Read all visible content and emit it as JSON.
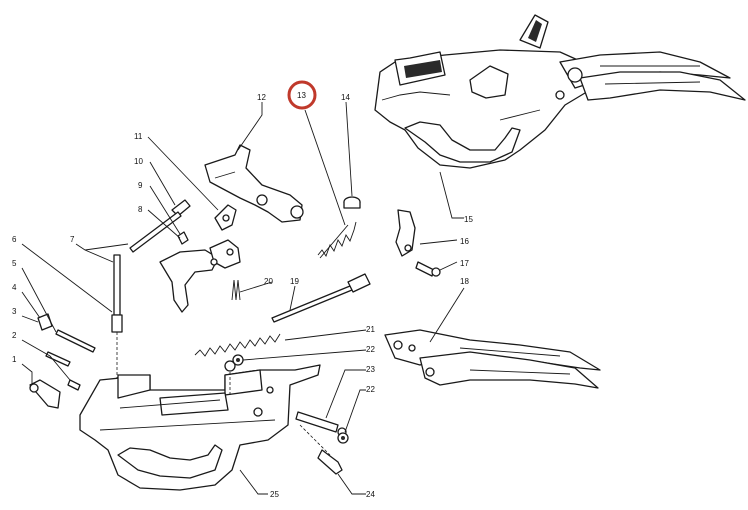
{
  "diagram": {
    "highlight_color": "#c0392b",
    "highlighted_callout": "13",
    "callouts": {
      "c1": "1",
      "c2": "2",
      "c3": "3",
      "c4": "4",
      "c5": "5",
      "c6": "6",
      "c7": "7",
      "c8": "8",
      "c9": "9",
      "c10": "10",
      "c11": "11",
      "c12": "12",
      "c13": "13",
      "c14": "14",
      "c15": "15",
      "c16": "16",
      "c17": "17",
      "c18": "18",
      "c19": "19",
      "c20": "20",
      "c21": "21",
      "c22a": "22",
      "c22b": "22",
      "c23": "23",
      "c24": "24",
      "c25": "25"
    }
  }
}
